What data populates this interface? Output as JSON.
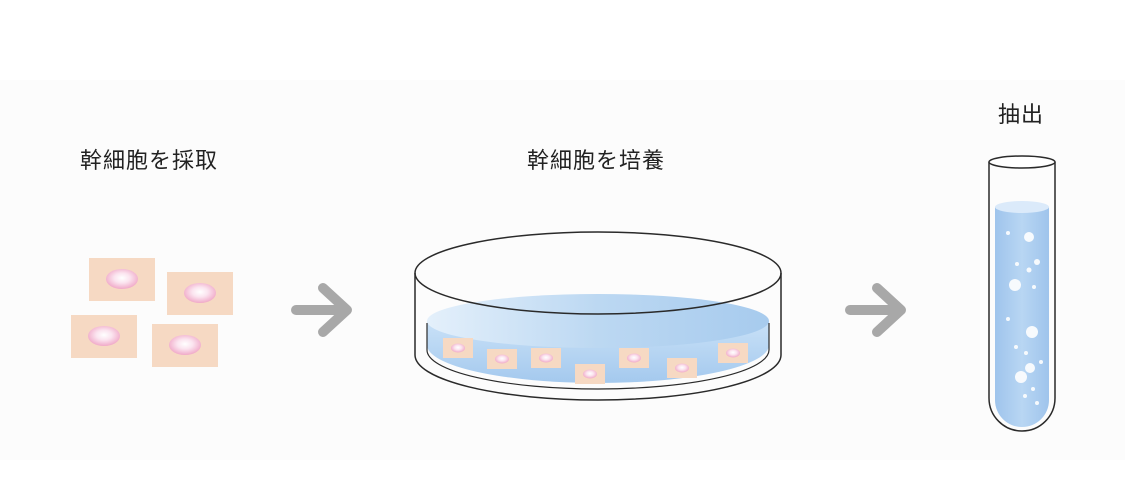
{
  "steps": [
    {
      "label": "幹細胞を採取"
    },
    {
      "label": "幹細胞を培養"
    },
    {
      "label": "抽出"
    }
  ],
  "colors": {
    "cell_tile": "#f6d9c3",
    "cell_nucleus": "#f4b9d3",
    "arrow": "#a8a8a8",
    "liquid": "#a9cdf0",
    "glass_outline": "#2a2a2a"
  },
  "icons": [
    "cell-icon",
    "right-arrow-icon",
    "petri-dish-icon",
    "test-tube-icon",
    "bubble-icon"
  ]
}
